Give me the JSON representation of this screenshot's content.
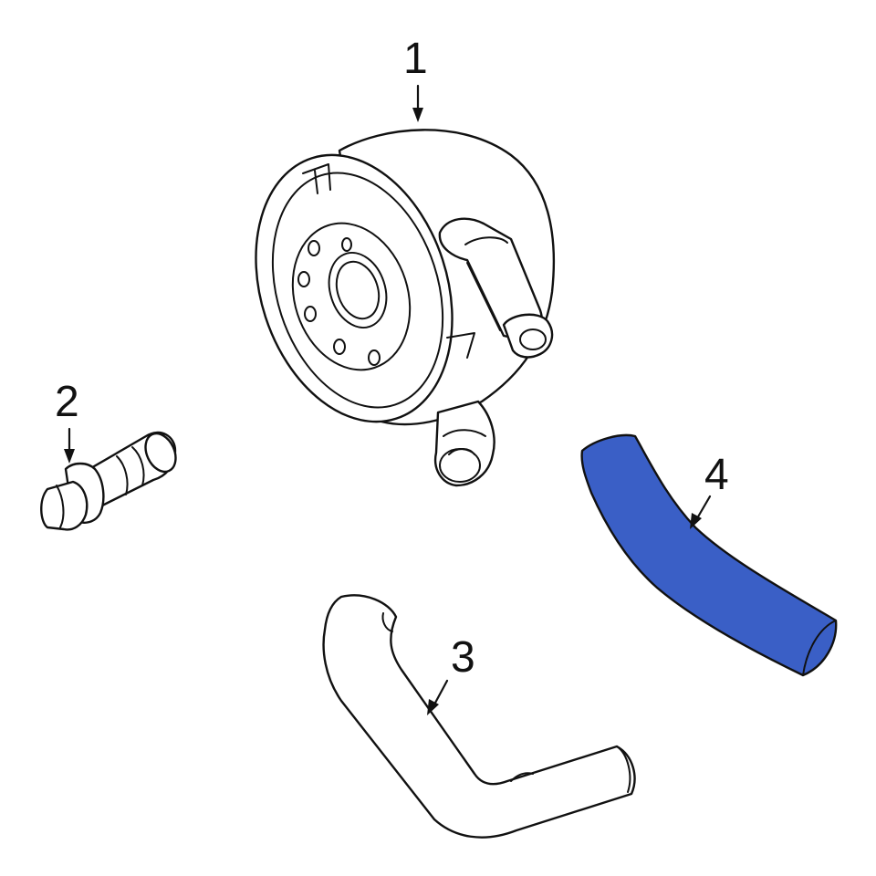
{
  "diagram": {
    "highlight_color": "#3a5fc6",
    "line_color": "#111111",
    "background_color": "#ffffff",
    "parts": [
      {
        "callout": "1",
        "highlighted": false
      },
      {
        "callout": "2",
        "highlighted": false
      },
      {
        "callout": "3",
        "highlighted": false
      },
      {
        "callout": "4",
        "highlighted": true
      }
    ]
  }
}
